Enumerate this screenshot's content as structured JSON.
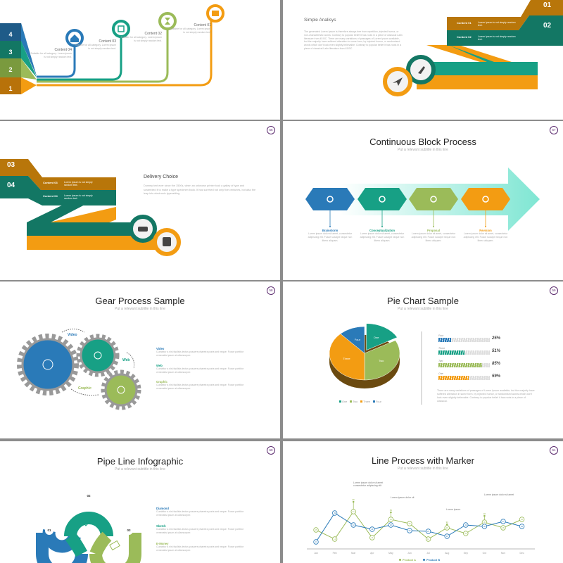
{
  "colors": {
    "blue": "#2a7ab8",
    "teal": "#17a085",
    "green": "#9bbb59",
    "orange": "#f39c12",
    "gold": "#b8760a",
    "darkteal": "#137764",
    "darkblue": "#1f5b88"
  },
  "slide1": {
    "numbers": [
      "4",
      "3",
      "2",
      "1"
    ],
    "items": [
      {
        "title": "Content 01",
        "text": "Suitable for all category. Lorem ipsum is not simply random text.",
        "icon": "briefcase-icon"
      },
      {
        "title": "Content 02",
        "text": "Suitable for all category. Lorem ipsum is not simply random text.",
        "icon": "hourglass-icon"
      },
      {
        "title": "Content 03",
        "text": "Suitable for all category. Lorem ipsum is not simply random text.",
        "icon": "copy-icon"
      },
      {
        "title": "Content 04",
        "text": "Suitable for all category. Lorem ipsum is not simply random text.",
        "icon": "home-icon"
      }
    ]
  },
  "slide2": {
    "title": "Simple Analisys",
    "body": "The generated Lorem Ipsum is therefore always free from repetition, injected humor, or non-characteristic words. Contrary to popular belief it has roots in a piece of classical Latin literature from 45 BC. There are many variations of passages of Lorem Ipsum available, but the majority have suffered alteration in some form, by injected humor, or randomised words which don't look even slightly believable. Contrary to popular belief it has roots in a piece of classical Latin literature from 45 BC.",
    "numbers": [
      "01",
      "02"
    ],
    "rows": [
      {
        "label": "Content 01",
        "text": "Lorem Ipsum is not simply random text."
      },
      {
        "label": "Content 02",
        "text": "Lorem Ipsum is not simply random text."
      }
    ]
  },
  "slide3": {
    "page": "56",
    "title": "Delivery Choice",
    "body": "Dummy text ever since the 1500s, when an unknown printer took a galley of type and scrambled it to make a type specimen book. It has survived not only five centuries, but also the leap into electronic typesetting.",
    "numbers": [
      "03",
      "04"
    ],
    "rows": [
      {
        "label": "Content 03",
        "text": "Lorem Ipsum is not simply random text."
      },
      {
        "label": "Content 04",
        "text": "Lorem Ipsum is not simply random text."
      }
    ]
  },
  "slide4": {
    "page": "57",
    "title": "Continuous Block Process",
    "subtitle": "Put a relevant subtitle in this line",
    "steps": [
      {
        "label": "Brainstorm",
        "text": "Lorem ipsum dolor sit amet, consectetur adipiscing elit. Fusce suscipit neque non libero aliquam."
      },
      {
        "label": "Conceptualization",
        "text": "Lorem ipsum dolor sit amet, consectetur adipiscing elit. Fusce suscipit neque non libero aliquam."
      },
      {
        "label": "Proposal",
        "text": "Lorem ipsum dolor sit amet, consectetur adipiscing elit. Fusce suscipit neque non libero aliquam."
      },
      {
        "label": "Revision",
        "text": "Lorem ipsum dolor sit amet, consectetur adipiscing elit. Fusce suscipit neque non libero aliquam."
      }
    ]
  },
  "slide5": {
    "page": "58",
    "title": "Gear Process Sample",
    "subtitle": "Put a relevant subtitle in this line",
    "gear_labels": [
      "Video",
      "Web",
      "Graphic"
    ],
    "items": [
      {
        "label": "Video",
        "text": "Curabitur a nisi facilisis lectus posuere pharetra porta sed neque. Fusce porttitor venenatis ipsum at ullamcorper."
      },
      {
        "label": "Web",
        "text": "Curabitur a nisi facilisis lectus posuere pharetra porta sed neque. Fusce porttitor venenatis ipsum at ullamcorper."
      },
      {
        "label": "Graphic",
        "text": "Curabitur a nisi facilisis lectus posuere pharetra porta sed neque. Fusce porttitor venenatis ipsum at ullamcorper."
      }
    ]
  },
  "slide6": {
    "page": "59",
    "title": "Pie Chart Sample",
    "subtitle": "Put a relevant subtitle in this line",
    "bars": [
      {
        "label": "Four",
        "value": 25,
        "text": "25%"
      },
      {
        "label": "Three",
        "value": 51,
        "text": "51%"
      },
      {
        "label": "Two",
        "value": 85,
        "text": "85%"
      },
      {
        "label": "One",
        "value": 59,
        "text": "59%"
      }
    ],
    "body": "There are many variations of passages of Lorem Ipsum available, but the majority have suffered alteration in some form, by injected humor, or randomised words which don't look even slightly believable. Contrary to popular belief it has roots in a piece of classical."
  },
  "slide7": {
    "page": "60",
    "title": "Pipe Line Infographic",
    "subtitle": "Put a relevant subtitle in this line",
    "numbers": [
      "01",
      "02",
      "03"
    ],
    "items": [
      {
        "label": "Diamond",
        "text": "Curabitur a nisi facilisis lectus posuere pharetra porta sed neque. Fusce porttitor venenatis ipsum at ullamcorper."
      },
      {
        "label": "Sketch",
        "text": "Curabitur a nisi facilisis lectus posuere pharetra porta sed neque. Fusce porttitor venenatis ipsum at ullamcorper."
      },
      {
        "label": "E-Money",
        "text": "Curabitur a nisi facilisis lectus posuere pharetra porta sed neque. Fusce porttitor venenatis ipsum at ullamcorper."
      }
    ]
  },
  "slide8": {
    "page": "61",
    "title": "Line Process with Marker",
    "subtitle": "Put a relevant subtitle in this line",
    "annotations": [
      "Lorem ipsum dolor sit amet consectetur adipiscing elit",
      "Lorem ipsum dolor sit",
      "Lorem ipsum",
      "Lorem ipsum dolor sit amet"
    ]
  },
  "chart_data": [
    {
      "type": "pie",
      "title": "Pie Chart Sample",
      "categories": [
        "One",
        "Two",
        "Three",
        "Four"
      ],
      "values": [
        17,
        33,
        38,
        12
      ],
      "legend": "bottom"
    },
    {
      "type": "line",
      "title": "Line Process with Marker",
      "categories": [
        "Jan",
        "Feb",
        "Mar",
        "Apr",
        "May",
        "Jun",
        "Jul",
        "Aug",
        "Sep",
        "Oct",
        "Nov",
        "Dec"
      ],
      "series": [
        {
          "name": "Product A",
          "values": [
            25,
            12,
            51,
            14,
            40,
            34,
            12,
            28,
            20,
            36,
            28,
            40
          ]
        },
        {
          "name": "Product B",
          "values": [
            8,
            49,
            32,
            26,
            32,
            24,
            23,
            16,
            32,
            30,
            37,
            30
          ]
        }
      ],
      "markers": [
        {
          "month": "Mar",
          "value": 65
        },
        {
          "month": "May",
          "value": 50
        },
        {
          "month": "Aug",
          "value": 33
        },
        {
          "month": "Oct",
          "value": 45
        }
      ],
      "legend": "bottom",
      "ylim": [
        0,
        70
      ]
    }
  ]
}
